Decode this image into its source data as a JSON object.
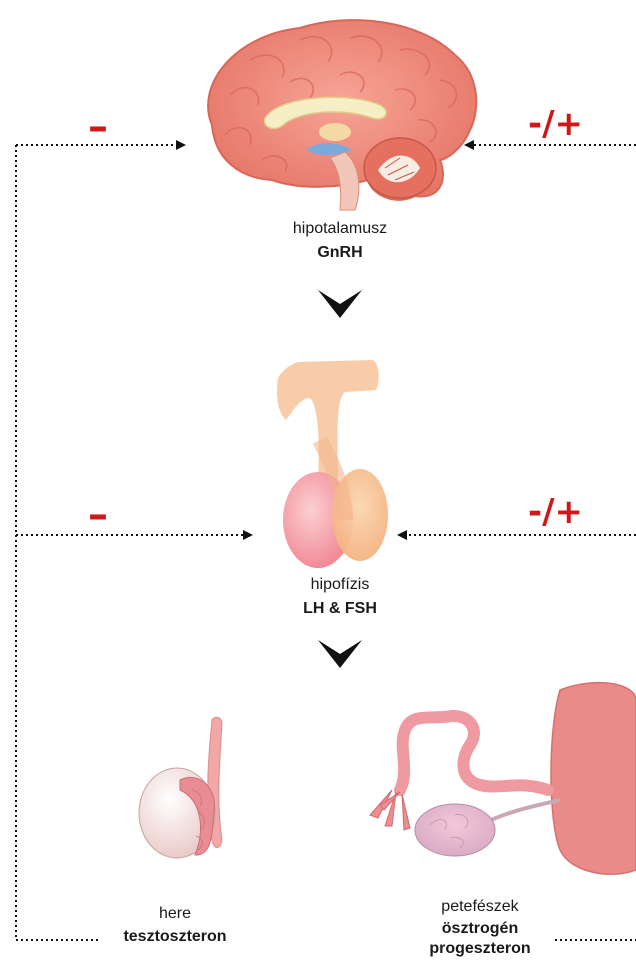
{
  "brain": {
    "name": "hipotalamusz",
    "hormone": "GnRH"
  },
  "pituitary": {
    "name": "hipofízis",
    "hormone": "LH & FSH"
  },
  "testis": {
    "name": "here",
    "hormone": "tesztoszteron"
  },
  "ovary": {
    "name": "petefészek",
    "hormone_1": "ösztrogén",
    "hormone_2": "progeszteron"
  },
  "feedback": {
    "left_top": "–",
    "right_top": "-/+",
    "left_mid": "–",
    "right_mid": "-/+"
  },
  "colors": {
    "brain": "#f0877a",
    "pituitary": "#f5b38a",
    "feedback_sign": "#d01818",
    "arrow": "#111111"
  }
}
